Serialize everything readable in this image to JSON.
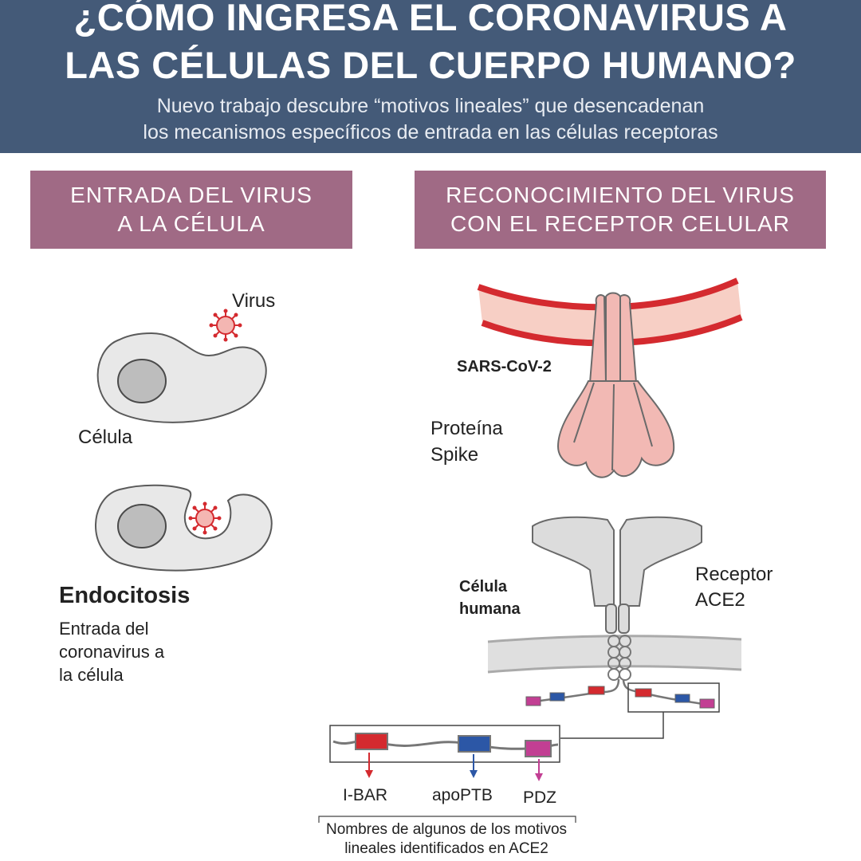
{
  "header": {
    "title_line1": "¿CÓMO INGRESA EL CORONAVIRUS A",
    "title_line2": "LAS CÉLULAS DEL CUERPO HUMANO?",
    "subtitle_line1": "Nuevo trabajo descubre “motivos lineales” que desencadenan",
    "subtitle_line2": "los mecanismos específicos de entrada en las células receptoras"
  },
  "left_section": {
    "heading_line1": "ENTRADA DEL VIRUS",
    "heading_line2": "A LA CÉLULA",
    "virus_label": "Virus",
    "cell_label": "Célula",
    "endocytosis_title": "Endocitosis",
    "endocytosis_desc_line1": "Entrada del",
    "endocytosis_desc_line2": "coronavirus a",
    "endocytosis_desc_line3": "la célula"
  },
  "right_section": {
    "heading_line1": "RECONOCIMIENTO DEL VIRUS",
    "heading_line2": "CON EL RECEPTOR CELULAR",
    "virus_name": "SARS-CoV-2",
    "spike_label_line1": "Proteína",
    "spike_label_line2": "Spike",
    "human_cell_line1": "Célula",
    "human_cell_line2": "humana",
    "receptor_line1": "Receptor",
    "receptor_line2": "ACE2",
    "motifs": [
      {
        "name": "I-BAR",
        "color": "#d42a2f"
      },
      {
        "name": "apoPTB",
        "color": "#2c57a6"
      },
      {
        "name": "PDZ",
        "color": "#c23f93"
      }
    ],
    "caption_line1": "Nombres de algunos de los motivos",
    "caption_line2": "lineales identificados en ACE2"
  },
  "colors": {
    "header_bg": "#445a78",
    "section_bg": "#a06a85",
    "membrane_red": "#d42a2f",
    "spike_fill": "#f2b9b4",
    "cell_fill": "#e6e6e6"
  }
}
